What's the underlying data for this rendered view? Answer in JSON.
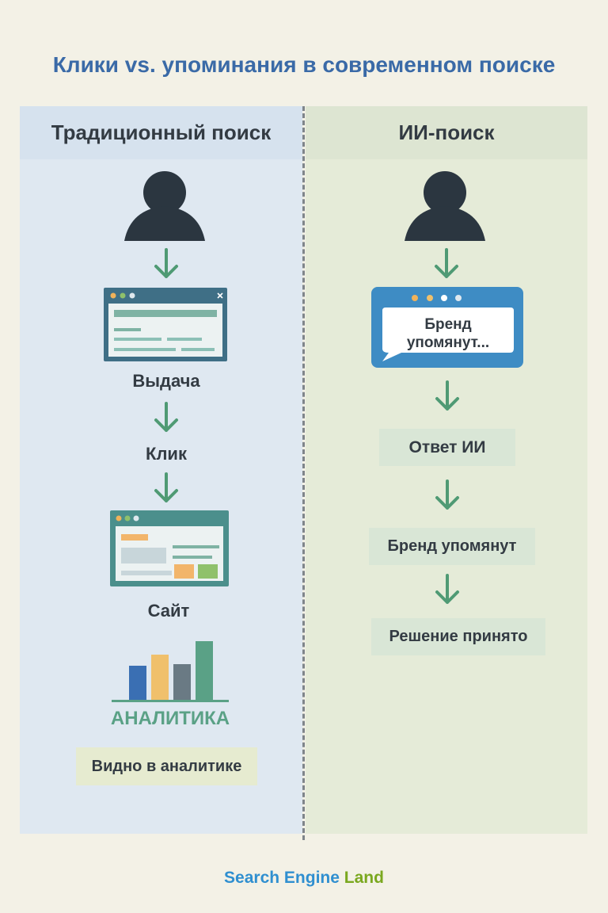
{
  "title": "Клики vs. упоминания в современном поиске",
  "left": {
    "heading": "Традиционный поиск",
    "serp_label": "Выдача",
    "click_label": "Клик",
    "site_label": "Сайт",
    "analytics_label": "АНАЛИТИКА",
    "result_box": "Видно в аналитике"
  },
  "right": {
    "heading": "ИИ-поиск",
    "bubble_line1": "Бренд",
    "bubble_line2": "упомянут...",
    "steps": [
      "Ответ ИИ",
      "Бренд упомянут",
      "Решение принято"
    ]
  },
  "footer": {
    "part1": "Search Engine",
    "part2": "Land"
  },
  "colors": {
    "title": "#3a6aa7",
    "arrow": "#4f9a74",
    "silhouette": "#2b3640",
    "panel_header": "#3f6f86",
    "bubble": "#3e8cc4"
  }
}
